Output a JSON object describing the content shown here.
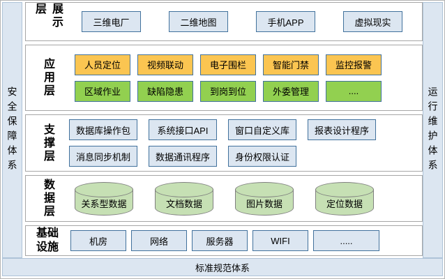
{
  "diagram": {
    "left_panel": "安全保障体系",
    "right_panel": "运行维护体系",
    "bottom_panel": "标准规范体系",
    "layers": [
      {
        "id": "presentation",
        "label": "展示层",
        "rows": [
          {
            "style": "blue",
            "items": [
              "三维电厂",
              "二维地图",
              "手机APP",
              "虚拟现实"
            ]
          }
        ]
      },
      {
        "id": "application",
        "label": "应用层",
        "rows": [
          {
            "style": "yellow",
            "items": [
              "人员定位",
              "视频联动",
              "电子围栏",
              "智能门禁",
              "监控报警"
            ]
          },
          {
            "style": "green",
            "items": [
              "区域作业",
              "缺陷隐患",
              "到岗到位",
              "外委管理",
              "...."
            ]
          }
        ]
      },
      {
        "id": "support",
        "label": "支撑层",
        "rows": [
          {
            "style": "blue",
            "items": [
              "数据库操作包",
              "系统接口API",
              "窗口自定义库",
              "报表设计程序"
            ]
          },
          {
            "style": "blue",
            "items": [
              "消息同步机制",
              "数据通讯程序",
              "身份权限认证"
            ]
          }
        ]
      },
      {
        "id": "data",
        "label": "数据层",
        "rows": [
          {
            "style": "cylinder",
            "items": [
              "关系型数据",
              "文档数据",
              "图片数据",
              "定位数据"
            ]
          }
        ]
      },
      {
        "id": "infra",
        "label": "基础设施",
        "rows": [
          {
            "style": "blue",
            "items": [
              "机房",
              "网络",
              "服务器",
              "WIFI",
              "....."
            ]
          }
        ]
      }
    ]
  },
  "colors": {
    "panel_fill": "#dce6f1",
    "panel_border": "#aec3d8",
    "box_blue_fill": "#dce6f1",
    "box_border": "#41719c",
    "box_yellow_fill": "#fbc551",
    "box_green_fill": "#92d050",
    "cylinder_fill": "#c6e0b4",
    "cylinder_border": "#7f7f7f",
    "layer_border": "#a6a6a6",
    "frame_border": "#b3b3b3"
  }
}
